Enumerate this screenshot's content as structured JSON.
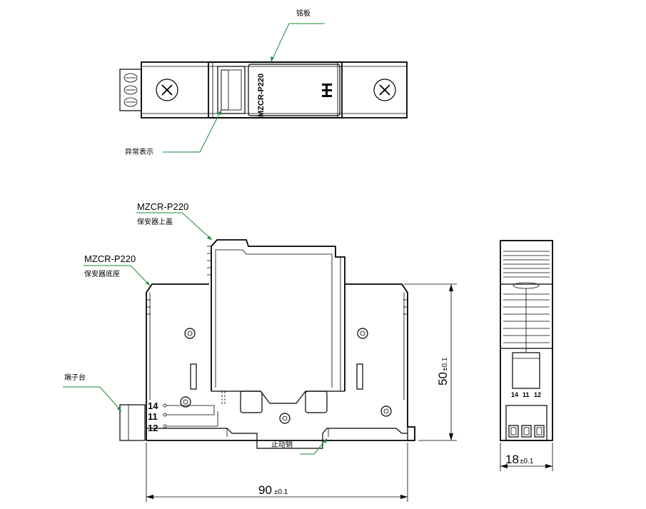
{
  "top_view": {
    "nameplate_label": "铭板",
    "abnormal_indicator_label": "异常表示",
    "model_marking": "MZCR-P220"
  },
  "front_view": {
    "cover_model": "MZCR-P220",
    "cover_label": "保安器上盖",
    "base_model": "MZCR-P220",
    "base_label": "保安器底座",
    "terminal_label": "端子台",
    "stop_pin_label": "止动销",
    "pins": [
      "14",
      "11",
      "12"
    ],
    "height_dim": "50",
    "height_tol": "±0.1",
    "width_dim": "90",
    "width_tol": "±0.1"
  },
  "side_view": {
    "pins": [
      "14",
      "11",
      "12"
    ],
    "width_dim": "18",
    "width_tol": "±0.1"
  },
  "colors": {
    "leader": "#1a8a3a",
    "line": "#000000"
  }
}
